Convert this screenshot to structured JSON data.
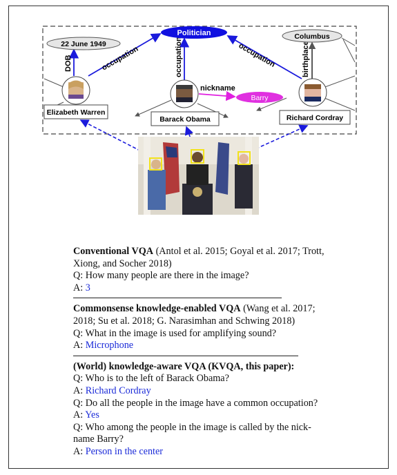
{
  "graph": {
    "nodes": {
      "politician": "Politician",
      "date": "22 June 1949",
      "columbus": "Columbus",
      "barry": "Barry"
    },
    "people": {
      "warren": "Elizabeth Warren",
      "obama": "Barack Obama",
      "cordray": "Richard Cordray"
    },
    "edges": {
      "dob": "DOB",
      "occupation_left": "occupation",
      "occupation_mid": "occupation",
      "occupation_right": "occupation",
      "birthplace": "birthplace",
      "nickname": "nickname"
    }
  },
  "sections": {
    "conventional": {
      "title": "Conventional VQA",
      "cite": " (Antol et al. 2015; Goyal et al. 2017; Trott, Xiong, and Socher 2018)",
      "q1": "Q: How many people are there in the image?",
      "a_prefix": "A: ",
      "a1": "3"
    },
    "commonsense": {
      "title": "Commonsense knowledge-enabled VQA",
      "cite": " (Wang et al. 2017; 2018; Su et al. 2018; G. Narasimhan and Schwing 2018)",
      "q1": "Q: What in the image is used for amplifying sound?",
      "a_prefix": "A: ",
      "a1": "Microphone"
    },
    "world": {
      "title": "(World) knowledge-aware VQA (KVQA, this paper):",
      "q1": "Q: Who is to the left of Barack Obama?",
      "a1": "Richard Cordray",
      "q2": "Q: Do all the people in the image have a common occupation?",
      "a2": "Yes",
      "q3": "Q: Who among the people in the image is called by the nick-name Barry?",
      "a3": "Person in the center",
      "a_prefix": "A: "
    }
  },
  "colors": {
    "edge_blue": "#1a1adc",
    "node_blue": "#1010e0",
    "barry_magenta": "#e020e0",
    "face_box_yellow": "#f2e21a",
    "answer_blue": "#1a2ad8"
  }
}
